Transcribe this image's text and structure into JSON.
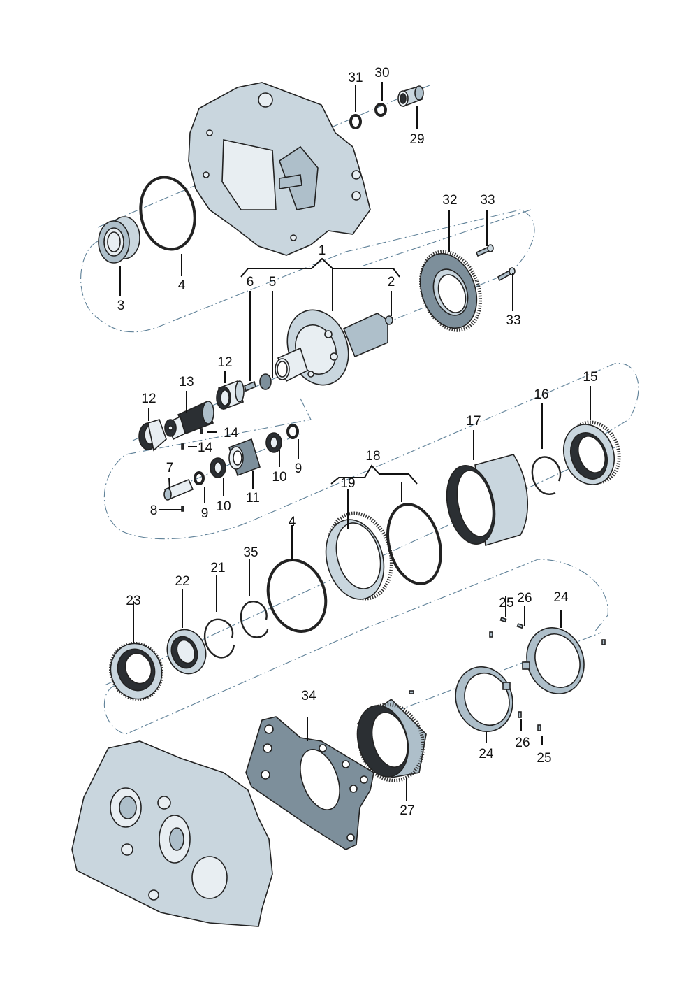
{
  "diagram": {
    "title": "Transmission assembly exploded view",
    "colors": {
      "line": "#222222",
      "fill": "#c9d6de",
      "axis": "#5f8198",
      "background": "#ffffff"
    },
    "callouts": [
      {
        "id": "c31",
        "text": "31",
        "part": "o-ring"
      },
      {
        "id": "c30",
        "text": "30",
        "part": "seal ring"
      },
      {
        "id": "c29",
        "text": "29",
        "part": "bushing"
      },
      {
        "id": "c32",
        "text": "32",
        "part": "ring gear"
      },
      {
        "id": "c33a",
        "text": "33",
        "part": "bolt"
      },
      {
        "id": "c33b",
        "text": "33",
        "part": "bolt"
      },
      {
        "id": "c3",
        "text": "3",
        "part": "ball bearing"
      },
      {
        "id": "c4a",
        "text": "4",
        "part": "o-ring"
      },
      {
        "id": "c1",
        "text": "1",
        "part": "differential assembly"
      },
      {
        "id": "c6",
        "text": "6",
        "part": "pin"
      },
      {
        "id": "c5",
        "text": "5",
        "part": "thrust washer"
      },
      {
        "id": "c2",
        "text": "2",
        "part": "plug"
      },
      {
        "id": "c12a",
        "text": "12",
        "part": "bearing"
      },
      {
        "id": "c12b",
        "text": "12",
        "part": "bearing"
      },
      {
        "id": "c13",
        "text": "13",
        "part": "gear shaft"
      },
      {
        "id": "c14a",
        "text": "14",
        "part": "pin"
      },
      {
        "id": "c14b",
        "text": "14",
        "part": "pin"
      },
      {
        "id": "c7",
        "text": "7",
        "part": "shaft"
      },
      {
        "id": "c8",
        "text": "8",
        "part": "pin"
      },
      {
        "id": "c9a",
        "text": "9",
        "part": "thrust washer"
      },
      {
        "id": "c9b",
        "text": "9",
        "part": "thrust washer"
      },
      {
        "id": "c10a",
        "text": "10",
        "part": "needle bearing"
      },
      {
        "id": "c10b",
        "text": "10",
        "part": "needle bearing"
      },
      {
        "id": "c11",
        "text": "11",
        "part": "planet gear"
      },
      {
        "id": "c15",
        "text": "15",
        "part": "bearing"
      },
      {
        "id": "c16",
        "text": "16",
        "part": "circlip"
      },
      {
        "id": "c17",
        "text": "17",
        "part": "ring gear"
      },
      {
        "id": "c18",
        "text": "18",
        "part": "assembly"
      },
      {
        "id": "c19",
        "text": "19",
        "part": "synchro ring"
      },
      {
        "id": "c4b",
        "text": "4",
        "part": "o-ring"
      },
      {
        "id": "c35",
        "text": "35",
        "part": "circlip"
      },
      {
        "id": "c21",
        "text": "21",
        "part": "circlip"
      },
      {
        "id": "c22",
        "text": "22",
        "part": "bearing"
      },
      {
        "id": "c23",
        "text": "23",
        "part": "bearing"
      },
      {
        "id": "c25a",
        "text": "25",
        "part": "spring"
      },
      {
        "id": "c26a",
        "text": "26",
        "part": "detent"
      },
      {
        "id": "c24a",
        "text": "24",
        "part": "synchro ring"
      },
      {
        "id": "c24b",
        "text": "24",
        "part": "synchro ring"
      },
      {
        "id": "c26b",
        "text": "26",
        "part": "detent"
      },
      {
        "id": "c25b",
        "text": "25",
        "part": "spring"
      },
      {
        "id": "c34",
        "text": "34",
        "part": "plate"
      },
      {
        "id": "c27",
        "text": "27",
        "part": "sleeve"
      }
    ]
  }
}
